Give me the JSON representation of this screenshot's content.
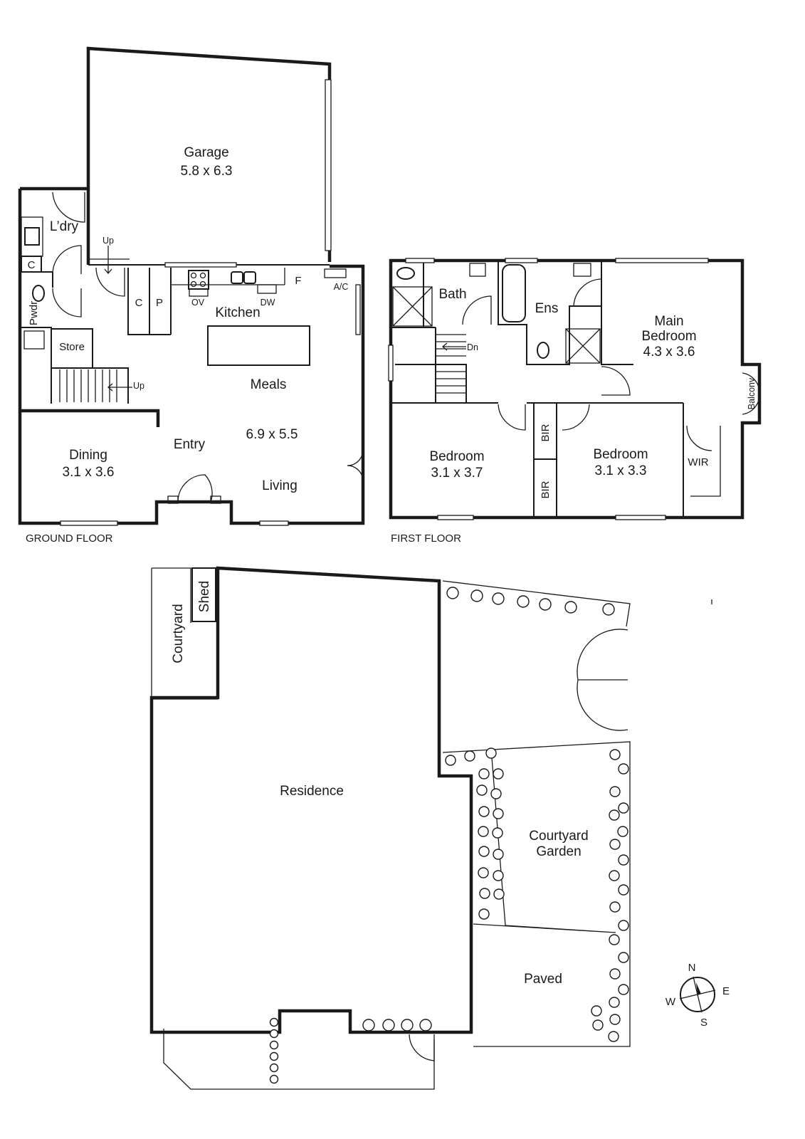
{
  "ground_floor": {
    "caption": "GROUND FLOOR",
    "garage": {
      "name": "Garage",
      "dims": "5.8 x 6.3"
    },
    "laundry": "L’dry",
    "up_laundry": "Up",
    "cupboard_small": "C",
    "powder": "Pwdr",
    "store": "Store",
    "stair_up": "Up",
    "dining": {
      "name": "Dining",
      "dims": "3.1 x 3.6"
    },
    "entry": "Entry",
    "pantry_c": "C",
    "pantry_p": "P",
    "oven": "OV",
    "dishwasher": "DW",
    "fridge": "F",
    "aircon": "A/C",
    "kitchen": "Kitchen",
    "meals": "Meals",
    "living_dims": "6.9 x 5.5",
    "living": "Living"
  },
  "first_floor": {
    "caption": "FIRST FLOOR",
    "bath": "Bath",
    "ensuite": "Ens",
    "main_bedroom": {
      "line1": "Main",
      "line2": "Bedroom",
      "dims": "4.3 x 3.6"
    },
    "stair_down": "Dn",
    "balcony": "Balcony",
    "bedroom1": {
      "name": "Bedroom",
      "dims": "3.1 x 3.7"
    },
    "bir_upper": "BIR",
    "bir_lower": "BIR",
    "bedroom2": {
      "name": "Bedroom",
      "dims": "3.1 x 3.3"
    },
    "wir": "WIR"
  },
  "site_plan": {
    "courtyard": "Courtyard",
    "shed": "Shed",
    "residence": "Residence",
    "courtyard_garden_line1": "Courtyard",
    "courtyard_garden_line2": "Garden",
    "paved": "Paved"
  },
  "compass": {
    "n": "N",
    "e": "E",
    "s": "S",
    "w": "W"
  }
}
